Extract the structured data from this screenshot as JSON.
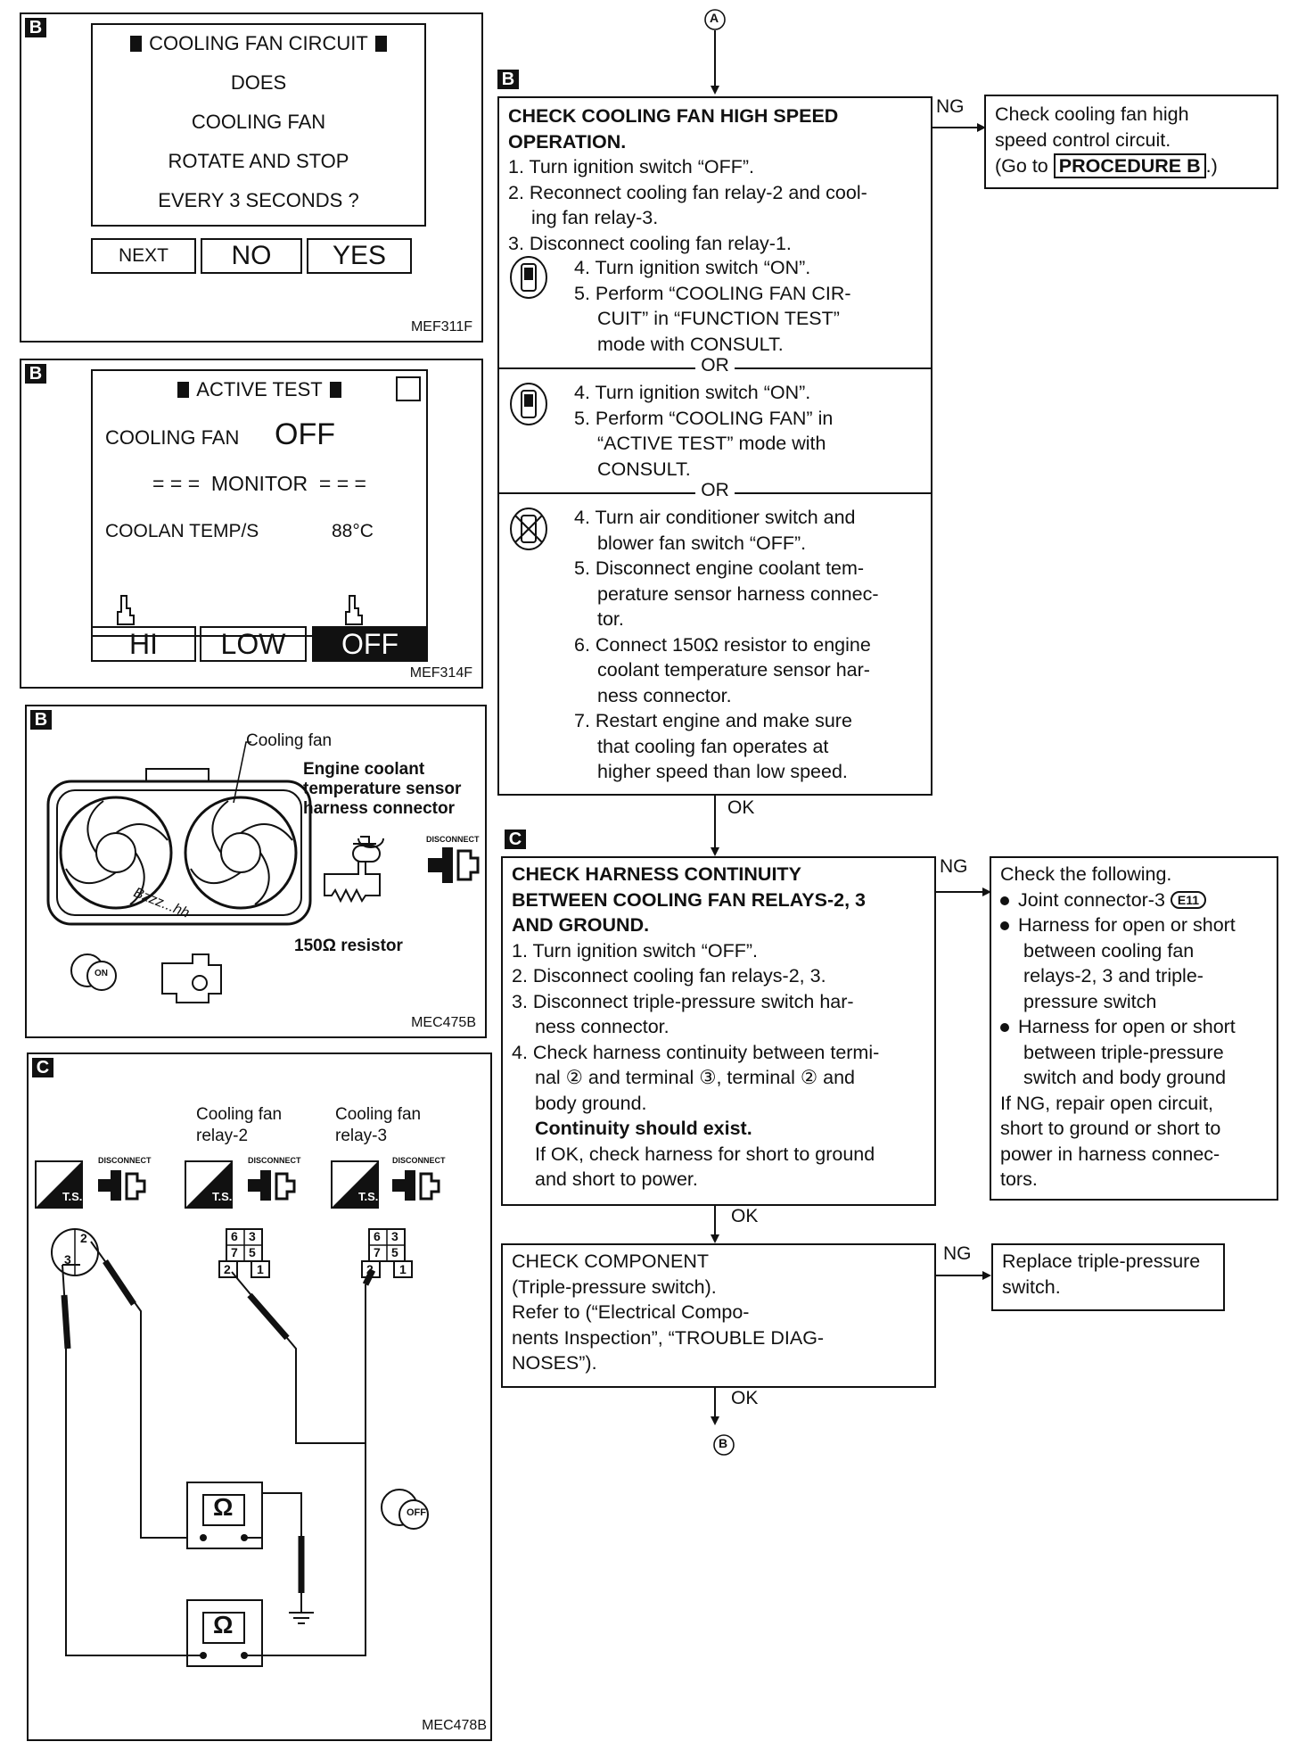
{
  "panel1": {
    "tag": "B",
    "lines": [
      "COOLING FAN CIRCUIT",
      "DOES",
      "COOLING FAN",
      "ROTATE AND STOP",
      "EVERY 3 SECONDS ?"
    ],
    "buttons": [
      "NEXT",
      "NO",
      "YES"
    ],
    "ref": "MEF311F"
  },
  "panel2": {
    "tag": "B",
    "title": "ACTIVE TEST",
    "row1_label": "COOLING FAN",
    "row1_value": "OFF",
    "monitor": "= = =  MONITOR  = = =",
    "row2_label": "COOLAN TEMP/S",
    "row2_value": "88°C",
    "buttons": [
      "HI",
      "LOW",
      "OFF"
    ],
    "ref": "MEF314F"
  },
  "panel3": {
    "tag": "B",
    "cooling_fan": "Cooling fan",
    "sensor_label": [
      "Engine coolant",
      "temperature sensor",
      "harness connector"
    ],
    "disconnect": "DISCONNECT",
    "resistor": "150Ω resistor",
    "sound": "Bzzz...hh",
    "key": "ON",
    "ref": "MEC475B"
  },
  "panel4": {
    "tag": "C",
    "relay2": [
      "Cooling fan",
      "relay-2"
    ],
    "relay3": [
      "Cooling fan",
      "relay-3"
    ],
    "ts": "T.S.",
    "disconnect": "DISCONNECT",
    "relay_pins": [
      "6",
      "3",
      "7",
      "5",
      "2",
      "1"
    ],
    "switch_pins": [
      "2",
      "3"
    ],
    "meter": "Ω",
    "key": "OFF",
    "ref": "MEC478B"
  },
  "flow": {
    "connector_top": "A",
    "connector_bottom": "B",
    "ng": "NG",
    "ok": "OK",
    "or": "OR",
    "step1": {
      "tag": "B",
      "title": [
        "CHECK COOLING FAN HIGH SPEED",
        "OPERATION."
      ],
      "lines": [
        "1. Turn ignition switch “OFF”.",
        "2. Reconnect cooling fan relay-2 and cool-",
        "ing fan relay-3.",
        "3. Disconnect cooling fan relay-1."
      ],
      "opt1": [
        "4. Turn ignition switch “ON”.",
        "5. Perform “COOLING FAN CIR-",
        "CUIT” in “FUNCTION TEST”",
        "mode with CONSULT."
      ],
      "opt2": [
        "4. Turn ignition switch “ON”.",
        "5. Perform “COOLING FAN” in",
        "“ACTIVE TEST” mode with",
        "CONSULT."
      ],
      "opt3": [
        "4. Turn air conditioner switch and",
        "blower fan switch “OFF”.",
        "5. Disconnect engine coolant tem-",
        "perature sensor harness connec-",
        "tor.",
        "6. Connect 150Ω resistor to engine",
        "coolant temperature sensor har-",
        "ness connector.",
        "7. Restart engine and make sure",
        "that cooling fan operates at",
        "higher speed than low speed."
      ]
    },
    "ng1": {
      "lines": [
        "Check cooling fan high",
        "speed control circuit."
      ],
      "go_prefix": "(Go to",
      "procedure": "PROCEDURE B",
      "go_suffix": ".)"
    },
    "step2": {
      "tag": "C",
      "title": [
        "CHECK HARNESS CONTINUITY",
        "BETWEEN COOLING FAN RELAYS-2, 3",
        "AND GROUND."
      ],
      "lines": [
        "1. Turn ignition switch “OFF”.",
        "2. Disconnect cooling fan relays-2, 3.",
        "3. Disconnect triple-pressure switch har-",
        "ness connector.",
        "4. Check harness continuity between termi-",
        "nal ② and terminal ③, terminal ② and",
        "body ground."
      ],
      "bold": "Continuity should exist.",
      "tail": [
        "If OK, check harness for short to ground",
        "and short to power."
      ]
    },
    "ng2": {
      "head": "Check the following.",
      "bullet1": "Joint connector-3",
      "bullet1_code": "E11",
      "bullet2": [
        "Harness for open or short",
        "between cooling fan",
        "relays-2, 3 and triple-",
        "pressure switch"
      ],
      "bullet3": [
        "Harness for open or short",
        "between triple-pressure",
        "switch and body ground"
      ],
      "tail": [
        "If NG, repair open circuit,",
        "short to ground or short to",
        "power in harness connec-",
        "tors."
      ]
    },
    "step3": {
      "lines": [
        "CHECK COMPONENT",
        "(Triple-pressure switch).",
        "Refer to (“Electrical Compo-",
        "nents Inspection”, “TROUBLE DIAG-",
        "NOSES”)."
      ]
    },
    "ng3": {
      "lines": [
        "Replace triple-pressure",
        "switch."
      ]
    }
  }
}
